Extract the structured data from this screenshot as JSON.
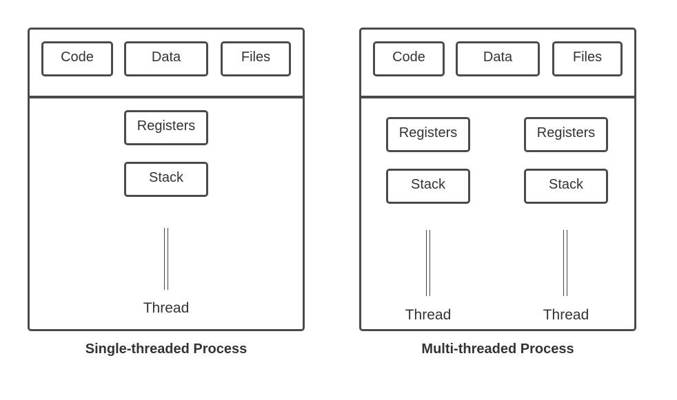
{
  "single": {
    "caption": "Single-threaded Process",
    "shared": {
      "code": "Code",
      "data": "Data",
      "files": "Files"
    },
    "thread": {
      "registers": "Registers",
      "stack": "Stack",
      "label": "Thread"
    }
  },
  "multi": {
    "caption": "Multi-threaded Process",
    "shared": {
      "code": "Code",
      "data": "Data",
      "files": "Files"
    },
    "threads": [
      {
        "registers": "Registers",
        "stack": "Stack",
        "label": "Thread"
      },
      {
        "registers": "Registers",
        "stack": "Stack",
        "label": "Thread"
      }
    ]
  }
}
